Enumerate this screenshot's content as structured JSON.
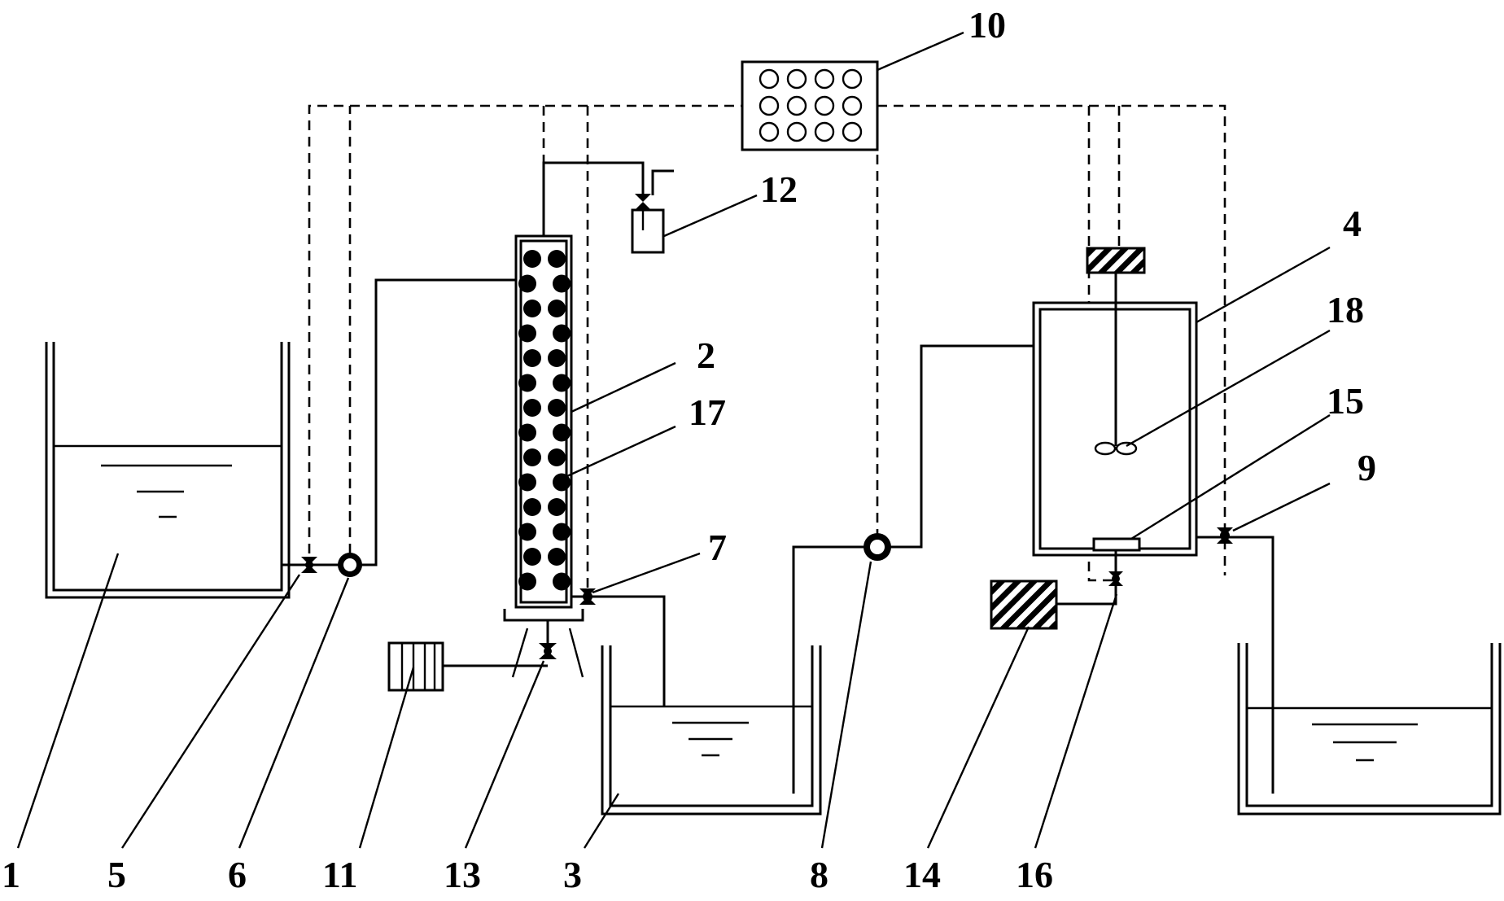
{
  "labels": {
    "l1": "1",
    "l2": "2",
    "l3": "3",
    "l4": "4",
    "l5": "5",
    "l6": "6",
    "l7": "7",
    "l8": "8",
    "l9": "9",
    "l10": "10",
    "l11": "11",
    "l12": "12",
    "l13": "13",
    "l14": "14",
    "l15": "15",
    "l16": "16",
    "l17": "17",
    "l18": "18"
  }
}
